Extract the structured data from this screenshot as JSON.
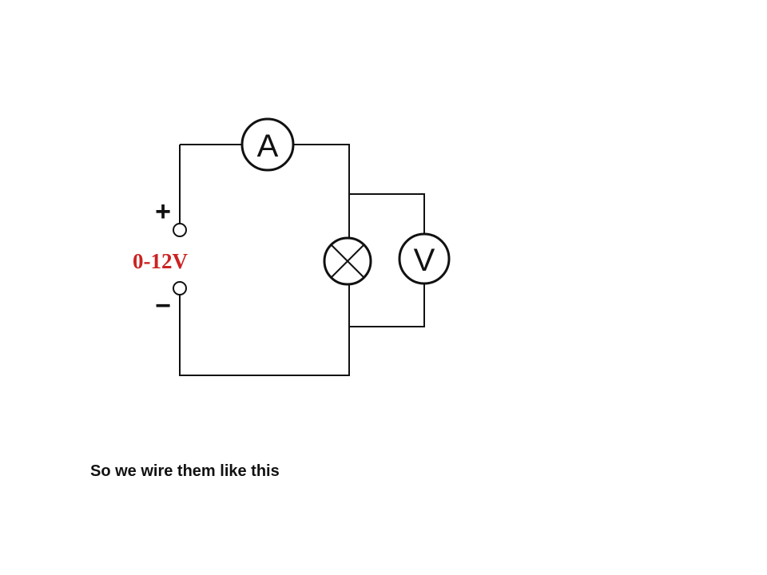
{
  "diagram": {
    "ammeter_label": "A",
    "voltmeter_label": "V",
    "positive_sign": "+",
    "negative_sign": "−",
    "supply_label": "0-12V",
    "supply_label_color": "#cc2222",
    "lamp_icon": "lamp-cross-icon"
  },
  "caption": "So we wire them like this"
}
